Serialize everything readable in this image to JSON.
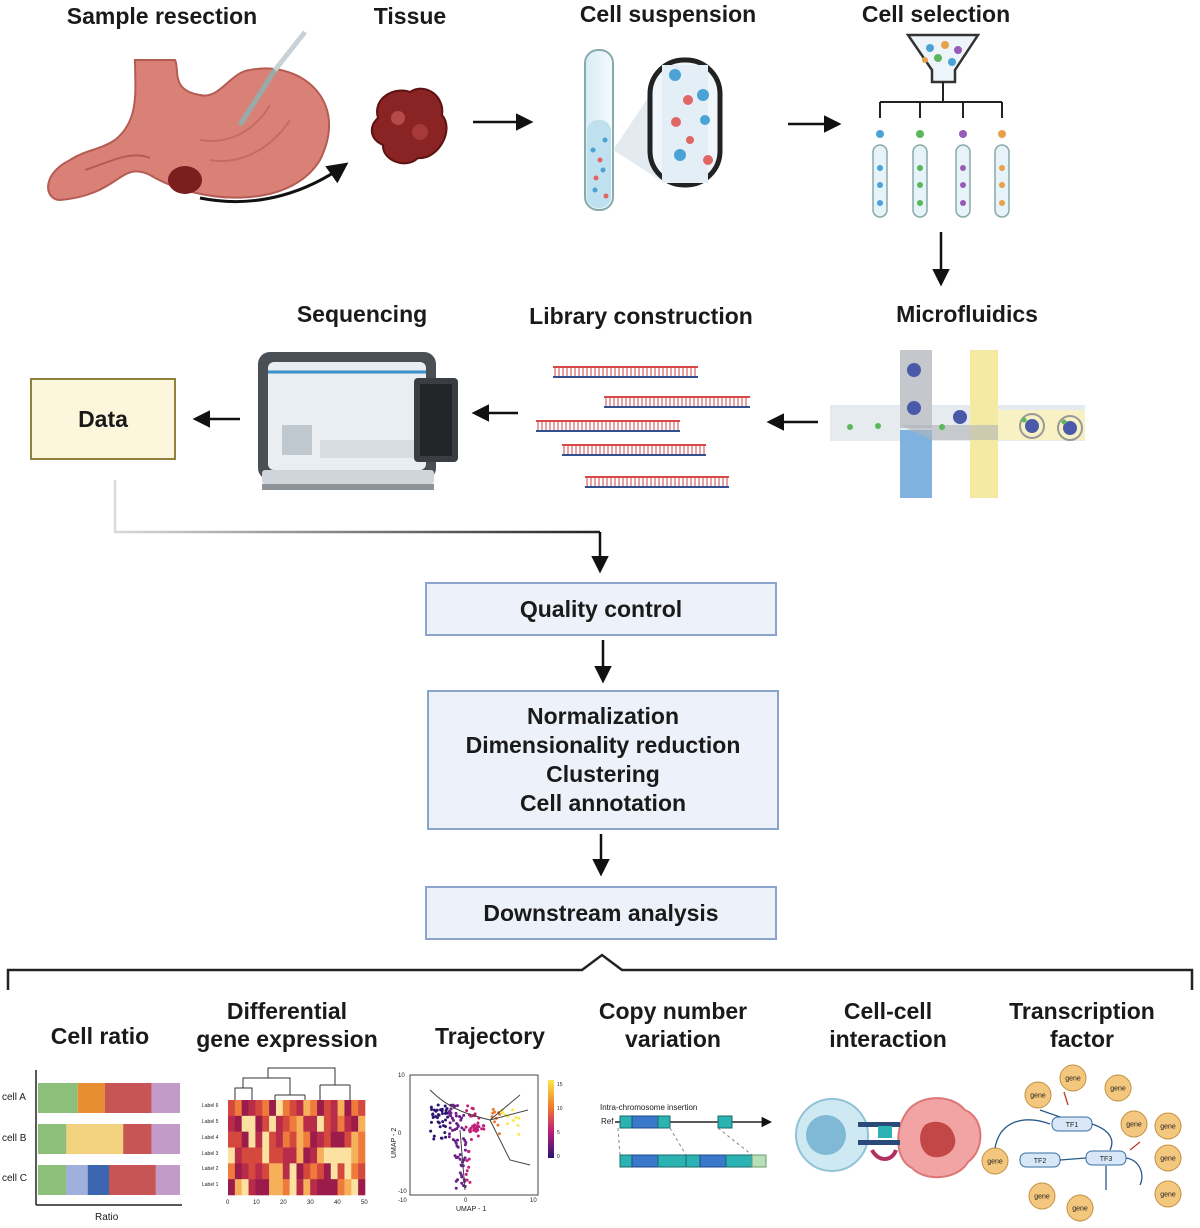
{
  "steps": {
    "sample_resection": "Sample resection",
    "tissue": "Tissue",
    "cell_suspension": "Cell suspension",
    "cell_selection": "Cell selection",
    "sequencing": "Sequencing",
    "library_construction": "Library construction",
    "microfluidics": "Microfluidics",
    "data": "Data"
  },
  "pipeline": {
    "quality_control": "Quality control",
    "processing": [
      "Normalization",
      "Dimensionality reduction",
      "Clustering",
      "Cell annotation"
    ],
    "downstream": "Downstream analysis"
  },
  "analyses": {
    "cell_ratio": [
      "Cell ratio"
    ],
    "differential": [
      "Differential",
      "gene expression"
    ],
    "trajectory": [
      "Trajectory"
    ],
    "cnv": [
      "Copy number",
      "variation"
    ],
    "cell_cell": [
      "Cell-cell",
      "interaction"
    ],
    "tf": [
      "Transcription",
      "factor"
    ]
  },
  "cell_ratio_chart": {
    "rows": [
      "cell A",
      "cell B",
      "cell C"
    ],
    "xlabel": "Ratio",
    "colors": [
      "#8cc07a",
      "#e88e32",
      "#c85555",
      "#c39bc9",
      "#f2d27e",
      "#9fb0dd",
      "#3b66b0"
    ]
  },
  "heatmap": {
    "row_labels": [
      "Label 6",
      "Label 5",
      "Label 4",
      "Label 3",
      "Label 2",
      "Label 1"
    ],
    "x_ticks": [
      "0",
      "10",
      "20",
      "30",
      "40",
      "50"
    ]
  },
  "trajectory_plot": {
    "xlabel": "UMAP - 1",
    "ylabel": "UMAP - 2",
    "x_ticks": [
      "-10",
      "0",
      "10"
    ],
    "y_ticks": [
      "10",
      "0",
      "-10"
    ],
    "colorbar_ticks": [
      "15",
      "10",
      "5",
      "0"
    ]
  },
  "cnv_diagram": {
    "title": "Intra-chromosome insertion",
    "ref_label": "Ref"
  },
  "tf_network": {
    "gene_label": "gene",
    "tfs": [
      "TF1",
      "TF2",
      "TF3"
    ]
  }
}
